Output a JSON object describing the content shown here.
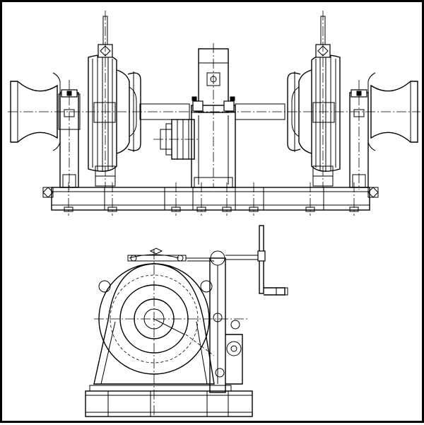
{
  "drawing": {
    "title": "",
    "colors": {
      "line": "#000000",
      "background": "#ffffff"
    },
    "views": [
      {
        "name": "front-elevation",
        "parts": [
          "base-frame",
          "left-warping-head",
          "left-gypsy-wheel",
          "left-band-brake",
          "center-gearbox",
          "motor",
          "right-gypsy-wheel",
          "right-band-brake",
          "right-warping-head",
          "main-shaft"
        ]
      },
      {
        "name": "side-elevation",
        "parts": [
          "gypsy-wheel",
          "band-brake",
          "brake-handwheel-crank",
          "gear-housing",
          "base-frame"
        ]
      }
    ]
  }
}
